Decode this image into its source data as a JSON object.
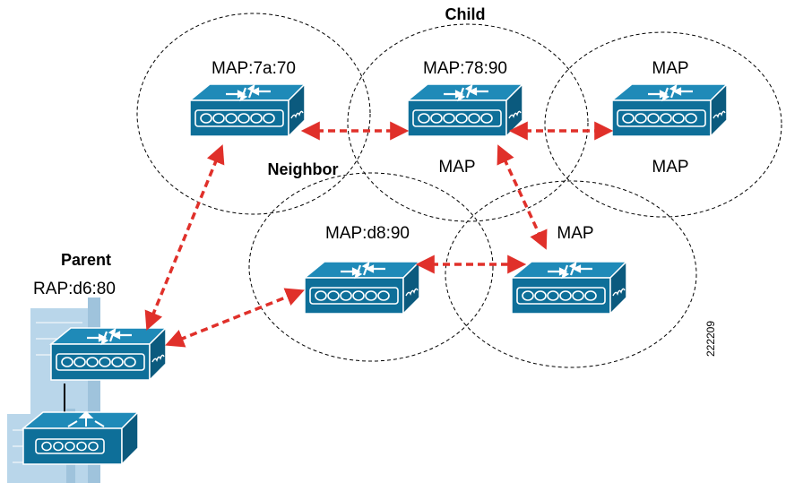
{
  "labels": {
    "child": "Child",
    "neighbor": "Neighbor",
    "parent": "Parent",
    "rap": "RAP:d6:80",
    "map_7a70": "MAP:7a:70",
    "map_7890": "MAP:78:90",
    "map_7890_sub": "MAP",
    "map_right_top": "MAP",
    "map_right_bottom": "MAP",
    "map_d890": "MAP:d8:90",
    "map_lower_right": "MAP",
    "figure_id": "222209"
  },
  "colors": {
    "switch_top": "#1f8ab8",
    "switch_front": "#0e6f99",
    "switch_side": "#0b5a7e",
    "link": "#e0302a",
    "building": "#b9d6ea"
  },
  "icons": {
    "mesh_ap": "switch-icon",
    "root_ap": "router-icon",
    "building": "building-icon"
  }
}
